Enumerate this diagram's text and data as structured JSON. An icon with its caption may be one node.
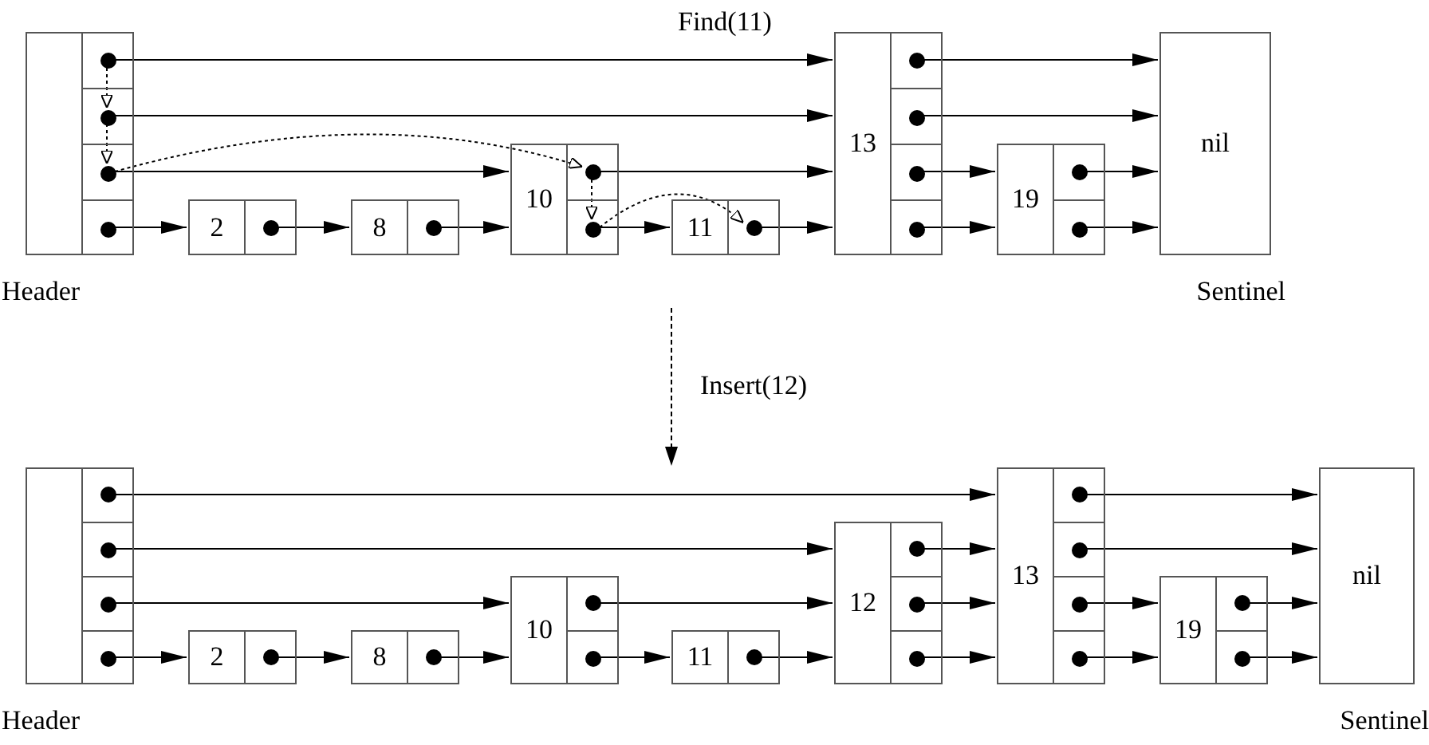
{
  "diagram": {
    "nodes": [
      {
        "text": [],
        "shape": "box",
        "beside": [
          "Header"
        ]
      },
      {
        "text": [
          "2"
        ]
      },
      {
        "text": [
          "8"
        ]
      },
      {
        "text": [
          "10"
        ]
      },
      {
        "text": [
          "11"
        ]
      },
      {
        "text": [
          "13"
        ]
      },
      {
        "text": [
          "19"
        ]
      },
      {
        "text": [
          "nil"
        ],
        "beside": [
          "Sentinel"
        ]
      },
      {
        "text": [],
        "shape": "box",
        "beside": [
          "Header"
        ]
      },
      {
        "text": [
          "2"
        ]
      },
      {
        "text": [
          "8"
        ]
      },
      {
        "text": [
          "10"
        ]
      },
      {
        "text": [
          "11"
        ]
      },
      {
        "text": [
          "12"
        ]
      },
      {
        "text": [
          "13"
        ]
      },
      {
        "text": [
          "19"
        ]
      },
      {
        "text": [
          "nil"
        ],
        "beside": [
          "Sentinel"
        ]
      }
    ],
    "edges": [
      {
        "from": 0,
        "to": 5,
        "arrow": "to"
      },
      {
        "from": 0,
        "to": 5,
        "arrow": "to"
      },
      {
        "from": 0,
        "to": 3,
        "arrow": "to"
      },
      {
        "from": 0,
        "to": 1,
        "arrow": "to"
      },
      {
        "from": 1,
        "to": 2,
        "arrow": "to"
      },
      {
        "from": 2,
        "to": 3,
        "arrow": "to"
      },
      {
        "from": 3,
        "to": 5,
        "arrow": "to"
      },
      {
        "from": 3,
        "to": 4,
        "arrow": "to"
      },
      {
        "from": 4,
        "to": 5,
        "arrow": "to"
      },
      {
        "from": 5,
        "to": 7,
        "arrow": "to"
      },
      {
        "from": 5,
        "to": 7,
        "arrow": "to"
      },
      {
        "from": 5,
        "to": 6,
        "arrow": "to"
      },
      {
        "from": 5,
        "to": 6,
        "arrow": "to"
      },
      {
        "from": 6,
        "to": 7,
        "arrow": "to"
      },
      {
        "from": 6,
        "to": 7,
        "arrow": "to"
      },
      {
        "from": 0,
        "to": 0,
        "arrow": "to",
        "style": "dashed"
      },
      {
        "from": 0,
        "to": 0,
        "arrow": "to",
        "style": "dashed"
      },
      {
        "from": 0,
        "to": 3,
        "arrow": "to",
        "style": "dashed"
      },
      {
        "from": 3,
        "to": 3,
        "arrow": "to",
        "style": "dashed"
      },
      {
        "from": 3,
        "to": 4,
        "arrow": "to",
        "style": "dashed"
      },
      {
        "from": 8,
        "to": 14,
        "arrow": "to"
      },
      {
        "from": 8,
        "to": 13,
        "arrow": "to"
      },
      {
        "from": 8,
        "to": 11,
        "arrow": "to"
      },
      {
        "from": 8,
        "to": 9,
        "arrow": "to"
      },
      {
        "from": 9,
        "to": 10,
        "arrow": "to"
      },
      {
        "from": 10,
        "to": 11,
        "arrow": "to"
      },
      {
        "from": 11,
        "to": 13,
        "arrow": "to"
      },
      {
        "from": 11,
        "to": 12,
        "arrow": "to"
      },
      {
        "from": 12,
        "to": 13,
        "arrow": "to"
      },
      {
        "from": 13,
        "to": 14,
        "arrow": "to"
      },
      {
        "from": 13,
        "to": 14,
        "arrow": "to"
      },
      {
        "from": 13,
        "to": 14,
        "arrow": "to"
      },
      {
        "from": 14,
        "to": 16,
        "arrow": "to"
      },
      {
        "from": 14,
        "to": 16,
        "arrow": "to"
      },
      {
        "from": 14,
        "to": 15,
        "arrow": "to"
      },
      {
        "from": 14,
        "to": 15,
        "arrow": "to"
      },
      {
        "from": 15,
        "to": 16,
        "arrow": "to"
      },
      {
        "from": 15,
        "to": 16,
        "arrow": "to"
      }
    ],
    "labels": [
      "Find(11)",
      "Insert(12)"
    ]
  }
}
